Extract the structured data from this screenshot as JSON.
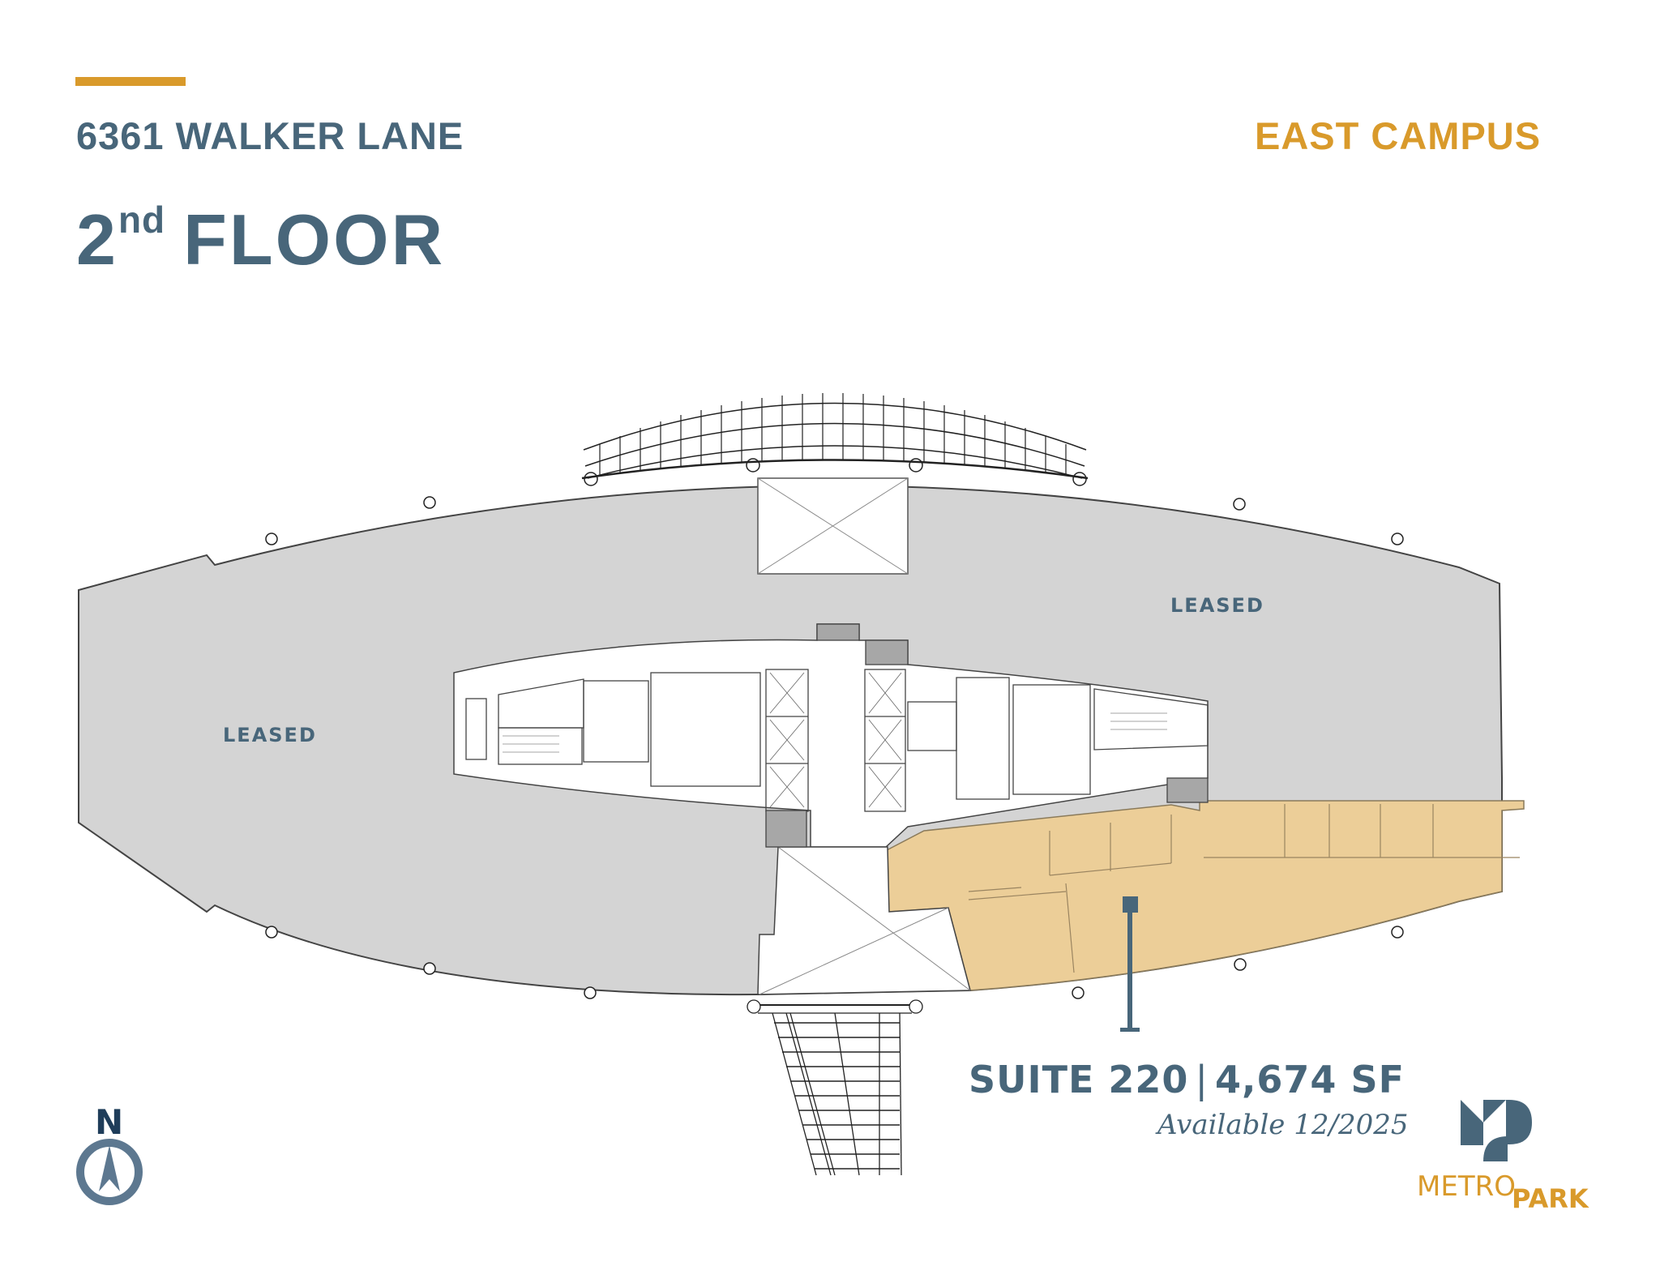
{
  "header": {
    "address": "6361 WALKER LANE",
    "campus": "EAST CAMPUS",
    "floor_number": "2",
    "floor_suffix": "nd",
    "floor_label": "FLOOR"
  },
  "plan": {
    "leased_left_label": "LEASED",
    "leased_right_label": "LEASED"
  },
  "suite": {
    "name": "SUITE 220",
    "separator": "|",
    "area": "4,674 SF",
    "availability": "Available 12/2025"
  },
  "compass": {
    "north_label": "N"
  },
  "logo": {
    "word1": "METRO",
    "word2": "PARK"
  },
  "colors": {
    "accent_gold": "#d99a2b",
    "text_slate": "#48667a",
    "leased_gray": "#d4d4d4",
    "suite_tan": "#ecce98",
    "compass_ring": "#5d7890",
    "compass_n": "#1f3d5a"
  }
}
